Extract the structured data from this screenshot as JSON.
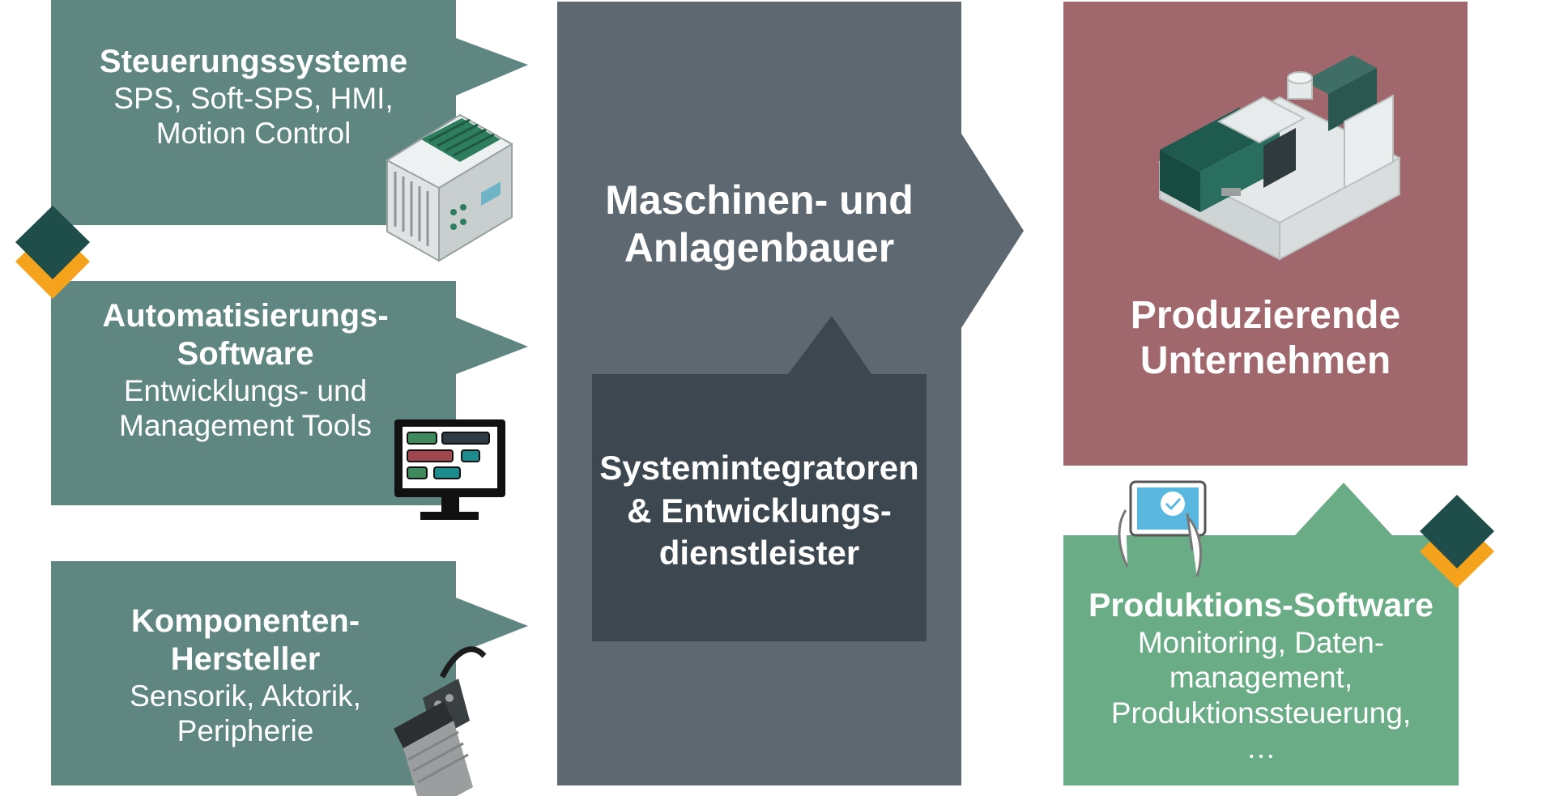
{
  "colors": {
    "left_box": "#5f8680",
    "center_box": "#5e6870",
    "inner_box": "#3c474f",
    "right_box": "#a0676d",
    "prod_box": "#6aac86",
    "logo_dark": "#1f4e4a",
    "logo_orange": "#f5a31c"
  },
  "boxes": {
    "steuerung": {
      "title": "Steuerungssysteme",
      "sub1": "SPS, Soft-SPS, HMI,",
      "sub2": "Motion Control",
      "icon": "plc-controller-icon"
    },
    "automatisierung": {
      "title1": "Automatisierungs-",
      "title2": "Software",
      "sub1": "Entwicklungs- und",
      "sub2": "Management Tools",
      "icon": "monitor-icon"
    },
    "komponenten": {
      "title1": "Komponenten-",
      "title2": "Hersteller",
      "sub1": "Sensorik, Aktorik,",
      "sub2": "Peripherie",
      "icon": "sensor-icon"
    },
    "maschinen": {
      "title1": "Maschinen- und",
      "title2": "Anlagenbauer"
    },
    "system": {
      "line1": "Systemintegratoren",
      "line2": "& Entwicklungs-",
      "line3": "dienstleister"
    },
    "produzierende": {
      "title1": "Produzierende",
      "title2": "Unternehmen",
      "icon": "injection-molding-machine-icon"
    },
    "produktion": {
      "title": "Produktions-Software",
      "sub1": "Monitoring, Daten-",
      "sub2": "management,",
      "sub3": "Produktionssteuerung,",
      "sub4": "…",
      "icon": "tablet-touch-icon"
    }
  }
}
